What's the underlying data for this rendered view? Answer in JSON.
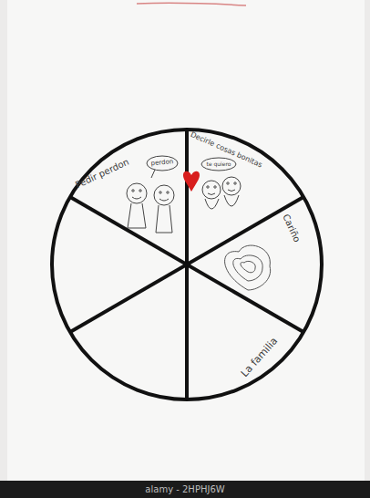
{
  "diagram": {
    "labels": [
      "Pedir perdon",
      "perdon",
      "Decirle cosas bonitas",
      "te quiero",
      "Cariño",
      "La familia",
      "alamy - 2HPHJ6W"
    ]
  }
}
